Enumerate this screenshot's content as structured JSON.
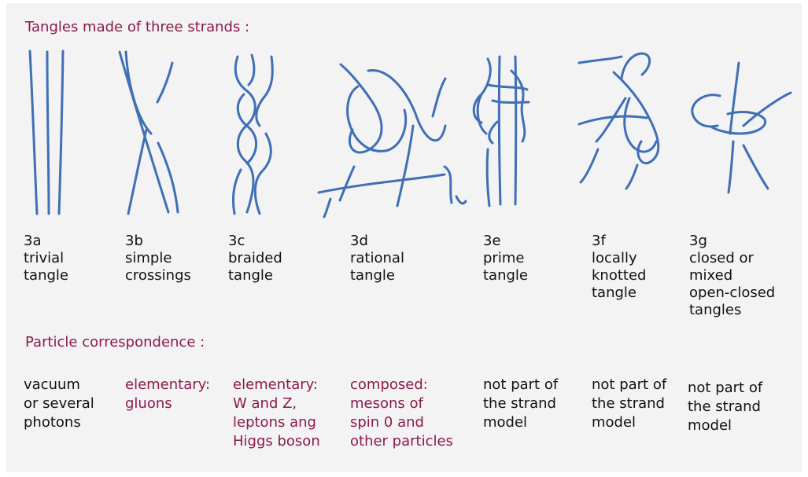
{
  "colors": {
    "accent": "#8b1a4b",
    "strand": "#3f6fb5",
    "text": "#111111",
    "background": "#f3f3f4"
  },
  "title": "Tangles made of three strands :",
  "correspondence_title": "Particle correspondence :",
  "tangles": [
    {
      "id": "3a",
      "lines": [
        "trivial",
        "tangle"
      ]
    },
    {
      "id": "3b",
      "lines": [
        "simple",
        "crossings"
      ]
    },
    {
      "id": "3c",
      "lines": [
        "braided",
        "tangle"
      ]
    },
    {
      "id": "3d",
      "lines": [
        "rational",
        "tangle"
      ]
    },
    {
      "id": "3e",
      "lines": [
        "prime",
        "tangle"
      ]
    },
    {
      "id": "3f",
      "lines": [
        "locally",
        "knotted",
        "tangle"
      ]
    },
    {
      "id": "3g",
      "lines": [
        "closed or",
        "mixed",
        "open-closed",
        "tangles"
      ]
    }
  ],
  "correspondence": [
    {
      "lines": [
        "vacuum",
        "or several",
        "photons"
      ],
      "highlight": false
    },
    {
      "lines": [
        "elementary:",
        "gluons"
      ],
      "highlight": true
    },
    {
      "lines": [
        "elementary:",
        "W and Z,",
        "leptons ang",
        "Higgs boson"
      ],
      "highlight": true
    },
    {
      "lines": [
        "composed:",
        "mesons of",
        "spin 0 and",
        "other particles"
      ],
      "highlight": true
    },
    {
      "lines": [
        "not part of",
        "the strand",
        "model"
      ],
      "highlight": false
    },
    {
      "lines": [
        "not part of",
        "the strand",
        "model"
      ],
      "highlight": false
    },
    {
      "lines": [
        "not part of",
        "the strand",
        "model"
      ],
      "highlight": false
    }
  ]
}
